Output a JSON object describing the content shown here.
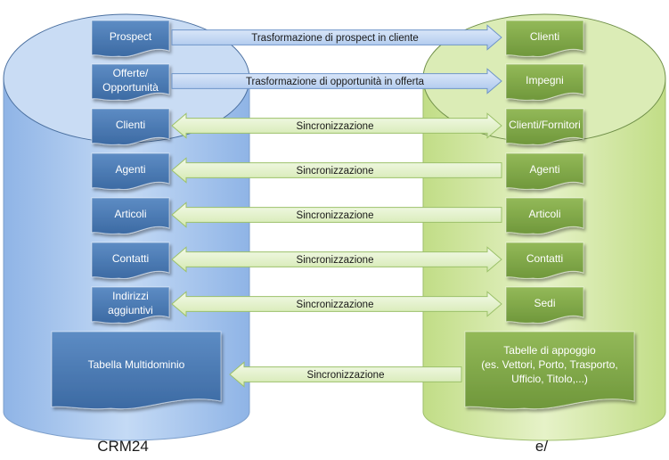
{
  "databases": {
    "left": {
      "label": "CRM24"
    },
    "right": {
      "label": "e/"
    }
  },
  "rows": [
    {
      "left": [
        "Prospect"
      ],
      "right": [
        "Clienti"
      ],
      "arrow": "Trasformazione di prospect in cliente",
      "direction": "right",
      "style": "blue"
    },
    {
      "left": [
        "Offerte/",
        "Opportunità"
      ],
      "right": [
        "Impegni"
      ],
      "arrow": "Trasformazione di opportunità in offerta",
      "direction": "right",
      "style": "blue"
    },
    {
      "left": [
        "Clienti"
      ],
      "right": [
        "Clienti/Fornitori"
      ],
      "arrow": "Sincronizzazione",
      "direction": "both",
      "style": "green"
    },
    {
      "left": [
        "Agenti"
      ],
      "right": [
        "Agenti"
      ],
      "arrow": "Sincronizzazione",
      "direction": "left",
      "style": "green"
    },
    {
      "left": [
        "Articoli"
      ],
      "right": [
        "Articoli"
      ],
      "arrow": "Sincronizzazione",
      "direction": "left",
      "style": "green"
    },
    {
      "left": [
        "Contatti"
      ],
      "right": [
        "Contatti"
      ],
      "arrow": "Sincronizzazione",
      "direction": "both",
      "style": "green"
    },
    {
      "left": [
        "Indirizzi",
        "aggiuntivi"
      ],
      "right": [
        "Sedi"
      ],
      "arrow": "Sincronizzazione",
      "direction": "both",
      "style": "green"
    },
    {
      "left": [
        "Tabella Multidominio"
      ],
      "right": [
        "Tabelle di appoggio",
        "(es. Vettori, Porto, Trasporto,",
        "Ufficio, Titolo,...)"
      ],
      "arrow": "Sincronizzazione",
      "direction": "left",
      "style": "green"
    }
  ],
  "colors": {
    "left_db": "#a8c8ee",
    "right_db": "#d3e8a6",
    "left_box": "#4a78b0",
    "right_box": "#7fa646",
    "arrow_blue": "#c5d9f3",
    "arrow_green": "#e7f3cf"
  }
}
